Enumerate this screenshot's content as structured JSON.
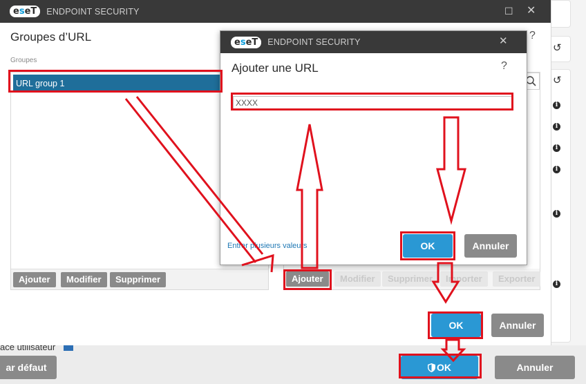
{
  "app": {
    "brand_e": "e",
    "brand_s": "s",
    "brand_e2": "e",
    "brand_t": "T",
    "product": "ENDPOINT SECURITY"
  },
  "main_dialog": {
    "title": "Groupes d’URL",
    "help": "?",
    "groups_label": "Groupes",
    "groups": [
      "URL group 1"
    ],
    "left_buttons": [
      "Ajouter",
      "Modifier",
      "Supprimer"
    ],
    "right_buttons": [
      "Ajouter",
      "Modifier",
      "Supprimer",
      "Importer",
      "Exporter"
    ],
    "ok_label": "OK",
    "cancel_label": "Annuler"
  },
  "add_url_dialog": {
    "title": "Ajouter une URL",
    "help": "?",
    "input_value": "XXXX",
    "multi_link": "Entrer plusieurs valeurs",
    "ok_label": "OK",
    "cancel_label": "Annuler"
  },
  "background": {
    "side_text": "ace utilisateur",
    "default_button": "ar défaut",
    "ok_label": "OK",
    "cancel_label": "Annuler"
  },
  "colors": {
    "accent_blue": "#2a98d4",
    "selection_blue": "#1f6e9a",
    "titlebar": "#393939",
    "annotation_red": "#e0111d"
  }
}
